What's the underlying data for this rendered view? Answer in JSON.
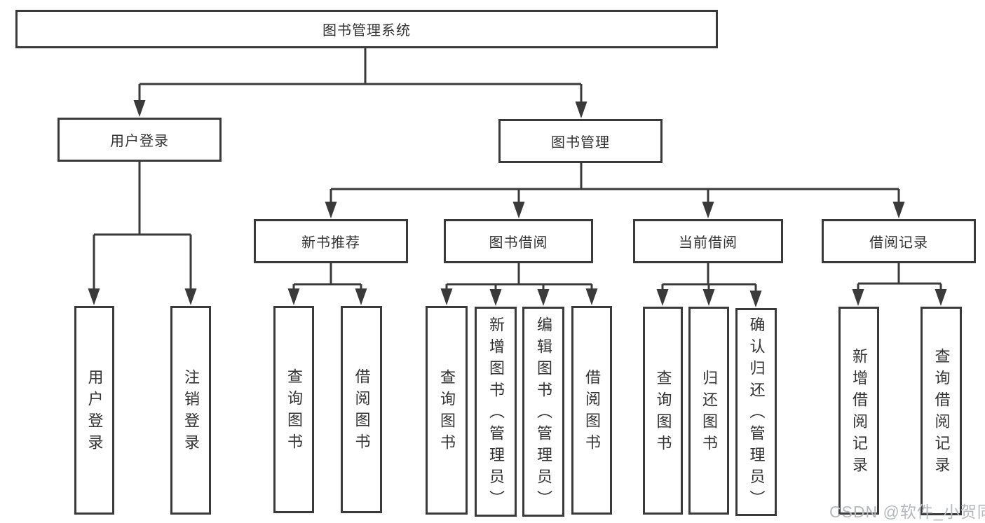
{
  "diagram": {
    "root": {
      "label": "图书管理系统"
    },
    "level2": [
      {
        "label": "用户登录"
      },
      {
        "label": "图书管理"
      }
    ],
    "level3": [
      {
        "label": "新书推荐"
      },
      {
        "label": "图书借阅"
      },
      {
        "label": "当前借阅"
      },
      {
        "label": "借阅记录"
      }
    ],
    "leaves": [
      {
        "label": "用户登录"
      },
      {
        "label": "注销登录"
      },
      {
        "label": "查询图书"
      },
      {
        "label": "借阅图书"
      },
      {
        "label": "查询图书"
      },
      {
        "label": "新增图书（管理员）"
      },
      {
        "label": "编辑图书（管理员）"
      },
      {
        "label": "借阅图书"
      },
      {
        "label": "查询图书"
      },
      {
        "label": "归还图书"
      },
      {
        "label": "确认归还（管理员）"
      },
      {
        "label": "新增借阅记录"
      },
      {
        "label": "查询借阅记录"
      }
    ]
  },
  "watermark": {
    "text": "CSDN @软件_小贺同学"
  },
  "colors": {
    "line": "#3a3a3a",
    "node_border": "#3a3a3a",
    "text": "#333333",
    "background": "#ffffff",
    "watermark": "#b5b8bd"
  }
}
